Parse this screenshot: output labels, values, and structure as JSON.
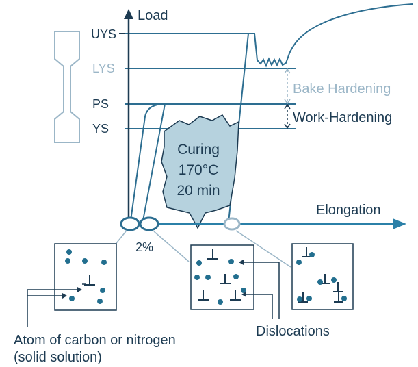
{
  "colors": {
    "line": "#2d6e91",
    "text": "#1d3b52",
    "faint": "#9bb6c7",
    "cloud_fill": "#b6d2de",
    "atom": "#236f8f",
    "arrow": "#2b80a8"
  },
  "axes": {
    "y_label": "Load",
    "x_label": "Elongation"
  },
  "y_levels": {
    "uys": "UYS",
    "lys": "LYS",
    "ps": "PS",
    "ys": "YS"
  },
  "annotations": {
    "bake_hardening": "Bake Hardening",
    "work_hardening": "Work-Hardening",
    "strain": "2%"
  },
  "curing": {
    "line1": "Curing",
    "line2": "170°C",
    "line3": "20 min"
  },
  "captions": {
    "atom_line1": "Atom of carbon or nitrogen",
    "atom_line2": "(solid solution)",
    "dislocations": "Dislocations"
  },
  "icons": {
    "specimen": "tensile-specimen-icon",
    "atom": "atom-dot-icon",
    "dislocation": "dislocation-symbol-icon"
  }
}
